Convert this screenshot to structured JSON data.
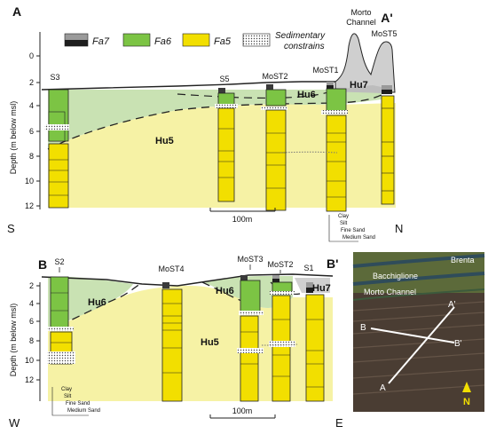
{
  "panel_a": {
    "letter": "A",
    "letter_end": "A'",
    "side_left": "S",
    "side_right": "N",
    "scale": "100m",
    "depth_ticks": [
      "0",
      "2",
      "4",
      "6",
      "8",
      "10",
      "12"
    ],
    "cores": [
      "S3",
      "S5",
      "MoST2",
      "MoST1",
      "MoST5"
    ],
    "units": [
      "Hu5",
      "Hu6",
      "Hu7"
    ],
    "channel_label": [
      "Morto",
      "Channel"
    ]
  },
  "panel_b": {
    "letter": "B",
    "letter_end": "B'",
    "side_left": "W",
    "side_right": "E",
    "scale": "100m",
    "depth_ticks": [
      "2",
      "4",
      "6",
      "8",
      "10",
      "12"
    ],
    "cores": [
      "S2",
      "MoST4",
      "MoST3",
      "MoST2",
      "S1"
    ],
    "units": [
      "Hu6",
      "Hu6",
      "Hu5",
      "Hu7"
    ]
  },
  "axis_label": "Depth (m below msl)",
  "legend": {
    "fa7": "Fa7",
    "fa6": "Fa6",
    "fa5": "Fa5",
    "sedimentary": [
      "Sedimentary",
      "constrains"
    ]
  },
  "grain_scale": [
    "Clay",
    "Silt",
    "Fine Sand",
    "Medium Sand"
  ],
  "map": {
    "labels": [
      "Brenta",
      "Bacchiglione",
      "Morto Channel"
    ],
    "points": [
      "A",
      "A'",
      "B",
      "B'"
    ],
    "north": "N"
  },
  "colors": {
    "fa7": "#3a3a3a",
    "fa6": "#7cc444",
    "fa6_light": "#c9e2b3",
    "fa5": "#f2df00",
    "fa5_light": "#f6f2a5",
    "channel": "#d0d0d0"
  }
}
